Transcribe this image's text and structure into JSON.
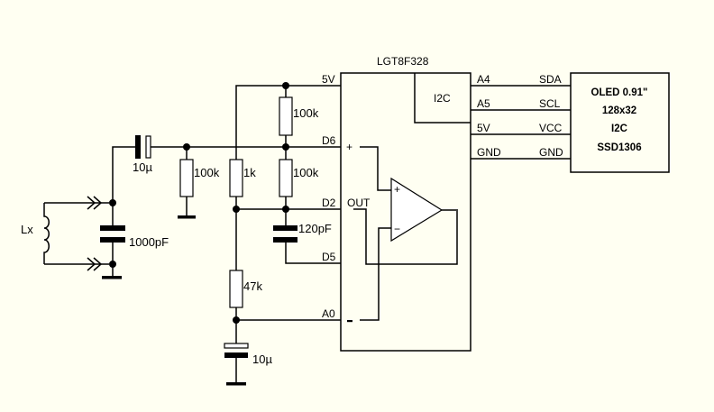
{
  "ic": {
    "name": "LGT8F328",
    "i2c_block": "I2C",
    "pins_left": {
      "v5": "5V",
      "d6": "D6",
      "d2": "D2",
      "d5": "D5",
      "a0": "A0"
    },
    "pins_right": {
      "a4": "A4",
      "a5": "A5",
      "v5": "5V",
      "gnd": "GND"
    },
    "comparator": {
      "plus": "+",
      "minus": "-",
      "out": "OUT",
      "in_plus": "+",
      "in_minus": "−"
    }
  },
  "oled": {
    "pins": {
      "sda": "SDA",
      "scl": "SCL",
      "vcc": "VCC",
      "gnd": "GND"
    },
    "lines": [
      "OLED 0.91\"",
      "128x32",
      "I2C",
      "SSD1306"
    ]
  },
  "components": {
    "c_coupling": "10µ",
    "c_tank": "1000pF",
    "inductor": "Lx",
    "r_bias_gnd": "100k",
    "r_1k": "1k",
    "r_top": "100k",
    "r_mid": "100k",
    "c_120": "120pF",
    "r_47k": "47k",
    "c_bottom": "10µ"
  }
}
